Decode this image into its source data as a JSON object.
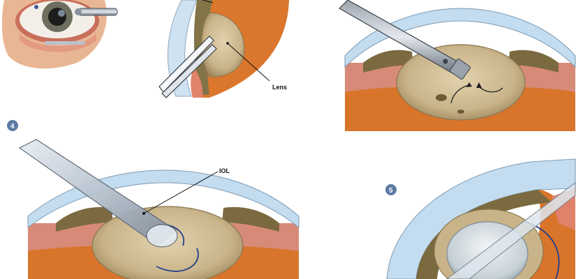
{
  "labels": {
    "lens": "Lens",
    "iol": "IOL"
  },
  "steps": {
    "four": "4",
    "five": "5"
  },
  "colors": {
    "skin": "#e7b291",
    "cornea": "#bcd7ec",
    "sclera_orange": "#d9742b",
    "iris": "#7b6a3f",
    "lens": "#c9b48a",
    "tissue_pink": "#d97a64",
    "step_badge": "#5d7aa4",
    "instrument": "#c8d3df",
    "suture": "#213e8a"
  }
}
